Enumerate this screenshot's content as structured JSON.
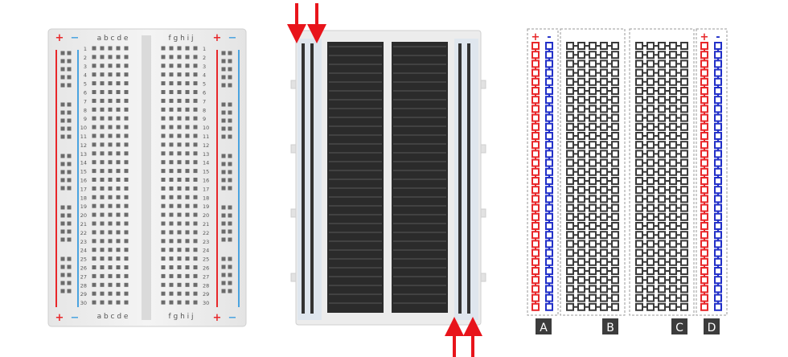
{
  "breadboard_top": {
    "plus_sign": "+",
    "minus_sign": "−",
    "columns_left": "a b c d e",
    "columns_right": "f g h i j",
    "row_numbers": [
      "1",
      "2",
      "3",
      "4",
      "5",
      "6",
      "7",
      "8",
      "9",
      "10",
      "11",
      "12",
      "13",
      "14",
      "15",
      "16",
      "17",
      "18",
      "19",
      "20",
      "21",
      "22",
      "23",
      "24",
      "25",
      "26",
      "27",
      "28",
      "29",
      "30"
    ]
  },
  "schematic": {
    "plus_sign": "+",
    "minus_sign": "-",
    "section_labels": [
      "A",
      "B",
      "C",
      "D"
    ]
  },
  "colors": {
    "positive": "#e8272a",
    "negative": "#2230c8",
    "terminal": "#3a3a3a",
    "arrow": "#e8141b",
    "label_bg": "#3c3c3c"
  },
  "icons": [
    "down-arrow-icon",
    "up-arrow-icon"
  ]
}
